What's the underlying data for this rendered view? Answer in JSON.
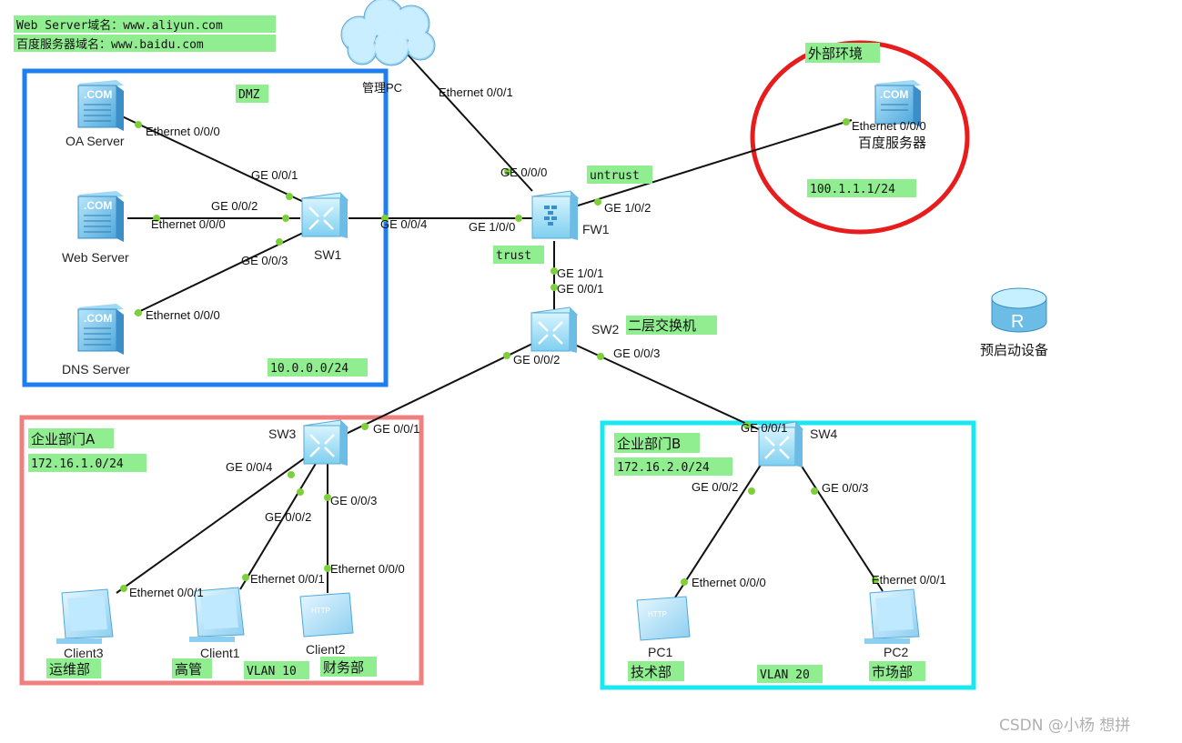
{
  "domains": {
    "line1": "Web Server域名：www.aliyun.com",
    "line2": "百度服务器域名：www.baidu.com"
  },
  "zones": {
    "dmz": {
      "title": "DMZ",
      "subnet": "10.0.0.0/24",
      "color": "#1e7ef0"
    },
    "external": {
      "title": "外部环境",
      "subnet": "100.1.1.1/24",
      "color": "#e81c1c"
    },
    "deptA": {
      "title": "企业部门A",
      "subnet": "172.16.1.0/24",
      "vlan": "VLAN 10",
      "color": "#f08080"
    },
    "deptB": {
      "title": "企业部门B",
      "subnet": "172.16.2.0/24",
      "vlan": "VLAN 20",
      "color": "#19e8f0"
    }
  },
  "fw_zones": {
    "untrust": "untrust",
    "trust": "trust"
  },
  "devices": {
    "cloud": "管理PC",
    "oa": "OA Server",
    "web": "Web Server",
    "dns": "DNS Server",
    "sw1": "SW1",
    "fw1": "FW1",
    "baidu": "百度服务器",
    "sw2": "SW2",
    "sw2_note": "二层交换机",
    "router": "预启动设备",
    "sw3": "SW3",
    "sw4": "SW4",
    "client3": "Client3",
    "client1": "Client1",
    "client2": "Client2",
    "pc1": "PC1",
    "pc2": "PC2",
    "client3_dept": "运维部",
    "client1_dept": "高管",
    "client2_dept": "财务部",
    "pc1_dept": "技术部",
    "pc2_dept": "市场部"
  },
  "ports": {
    "cloud_fw": "Ethernet 0/0/1",
    "fw_cloud": "GE 0/0/0",
    "oa_port": "Ethernet 0/0/0",
    "sw1_oa": "GE 0/0/1",
    "web_port": "Ethernet 0/0/0",
    "sw1_web": "GE 0/0/2",
    "dns_port": "Ethernet 0/0/0",
    "sw1_dns": "GE 0/0/3",
    "sw1_fw": "GE 0/0/4",
    "fw_sw1": "GE 1/0/0",
    "fw_baidu": "GE 1/0/2",
    "baidu_port": "Ethernet 0/0/0",
    "fw_sw2": "GE 1/0/1",
    "sw2_fw": "GE 0/0/1",
    "sw2_sw3": "GE 0/0/2",
    "sw2_sw4": "GE 0/0/3",
    "sw3_sw2": "GE 0/0/1",
    "sw3_c3": "GE 0/0/4",
    "sw3_c1": "GE 0/0/2",
    "sw3_c2": "GE 0/0/3",
    "c3_port": "Ethernet 0/0/1",
    "c1_port": "Ethernet 0/0/1",
    "c2_port": "Ethernet 0/0/0",
    "sw4_sw2": "GE 0/0/1",
    "sw4_pc1": "GE 0/0/2",
    "sw4_pc2": "GE 0/0/3",
    "pc1_port": "Ethernet 0/0/0",
    "pc2_port": "Ethernet 0/0/1"
  },
  "watermark": "CSDN @小杨 想拼",
  "colors": {
    "green_label": "#90ee90",
    "link": "#111111",
    "port_dot": "#7ed03a"
  }
}
